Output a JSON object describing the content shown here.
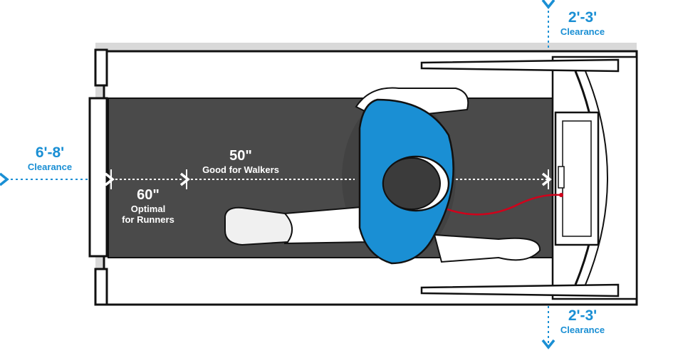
{
  "clearance_top": {
    "value": "2'-3'",
    "label": "Clearance"
  },
  "clearance_bottom": {
    "value": "2'-3'",
    "label": "Clearance"
  },
  "clearance_rear": {
    "value": "6'-8'",
    "label": "Clearance"
  },
  "belt_walkers": {
    "value": "50\"",
    "label": "Good for Walkers"
  },
  "belt_runners": {
    "value": "60\"",
    "label_line1": "Optimal",
    "label_line2": "for Runners"
  },
  "colors": {
    "clearance_blue": "#1a8fd4",
    "belt": "#4a4a4a",
    "frame_shadow": "#d9d9d9",
    "shirt": "#1a8fd4",
    "safety_cord": "#d0021b"
  }
}
